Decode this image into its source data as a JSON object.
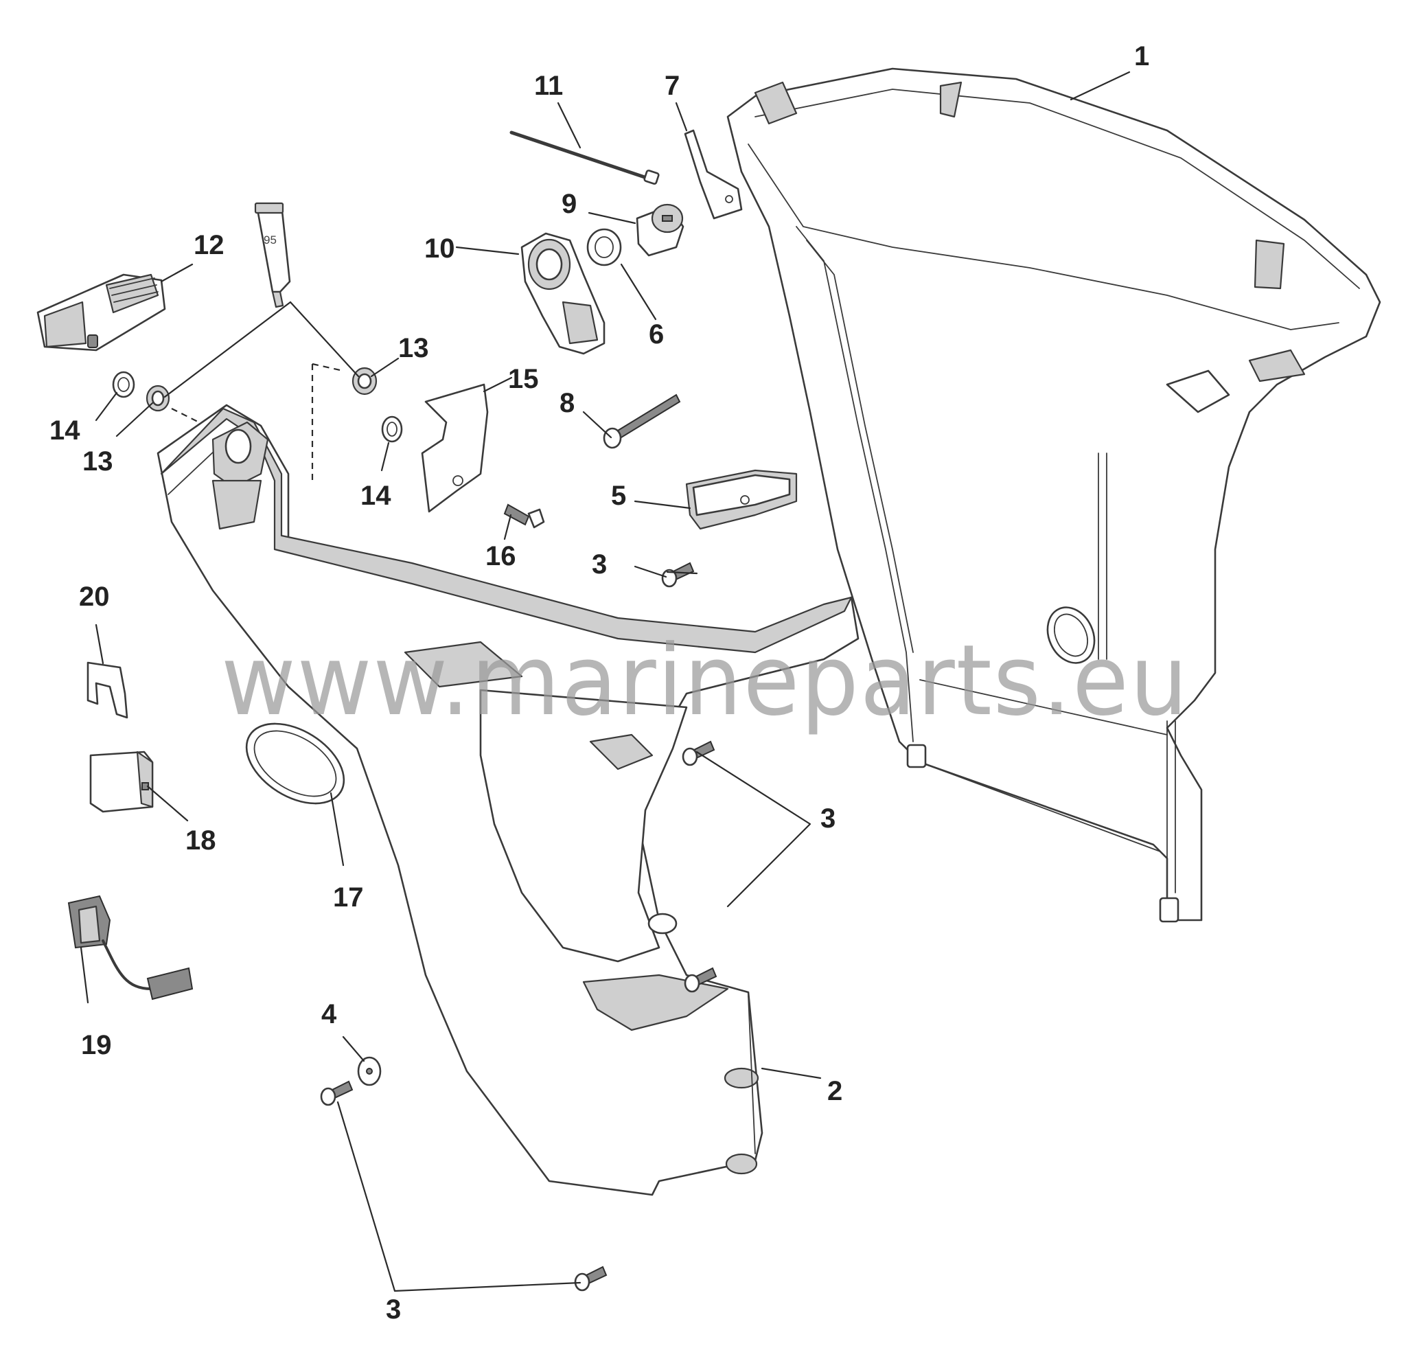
{
  "callouts": [
    {
      "id": "c1",
      "label": "1"
    },
    {
      "id": "c2",
      "label": "2"
    },
    {
      "id": "c3a",
      "label": "3"
    },
    {
      "id": "c3b",
      "label": "3"
    },
    {
      "id": "c3c",
      "label": "3"
    },
    {
      "id": "c4",
      "label": "4"
    },
    {
      "id": "c5",
      "label": "5"
    },
    {
      "id": "c6",
      "label": "6"
    },
    {
      "id": "c7",
      "label": "7"
    },
    {
      "id": "c8",
      "label": "8"
    },
    {
      "id": "c9",
      "label": "9"
    },
    {
      "id": "c10",
      "label": "10"
    },
    {
      "id": "c11",
      "label": "11"
    },
    {
      "id": "c12",
      "label": "12"
    },
    {
      "id": "c13a",
      "label": "13"
    },
    {
      "id": "c13b",
      "label": "13"
    },
    {
      "id": "c14a",
      "label": "14"
    },
    {
      "id": "c14b",
      "label": "14"
    },
    {
      "id": "c15",
      "label": "15"
    },
    {
      "id": "c16",
      "label": "16"
    },
    {
      "id": "c17",
      "label": "17"
    },
    {
      "id": "c18",
      "label": "18"
    },
    {
      "id": "c19",
      "label": "19"
    },
    {
      "id": "c20",
      "label": "20"
    }
  ],
  "tube_label": "95",
  "watermark": "www.marineparts.eu"
}
